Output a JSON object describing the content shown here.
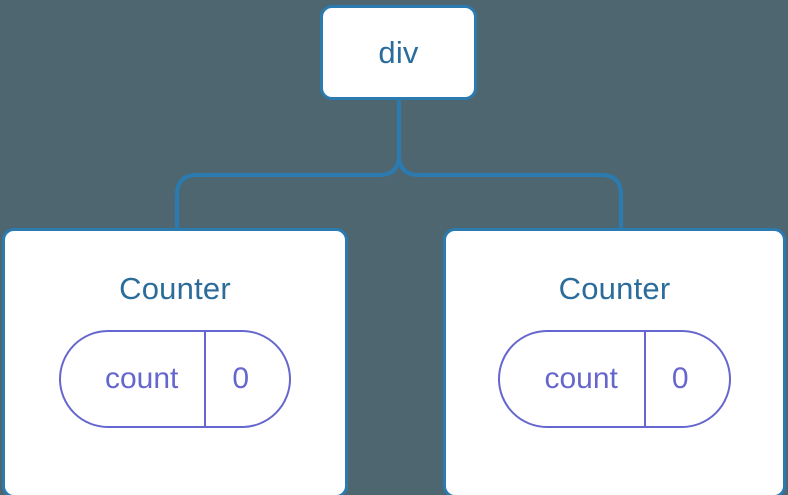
{
  "diagram": {
    "type": "component-tree",
    "background_color": "#4d6670",
    "node_border_color": "#2b7bb0",
    "node_fill_color": "#ffffff",
    "node_title_color": "#2b6c9b",
    "state_pill_color": "#6667ce",
    "connector_color": "#2b7bb0"
  },
  "root": {
    "label": "div"
  },
  "children": [
    {
      "label": "Counter",
      "state": {
        "key": "count",
        "value": "0"
      }
    },
    {
      "label": "Counter",
      "state": {
        "key": "count",
        "value": "0"
      }
    }
  ]
}
